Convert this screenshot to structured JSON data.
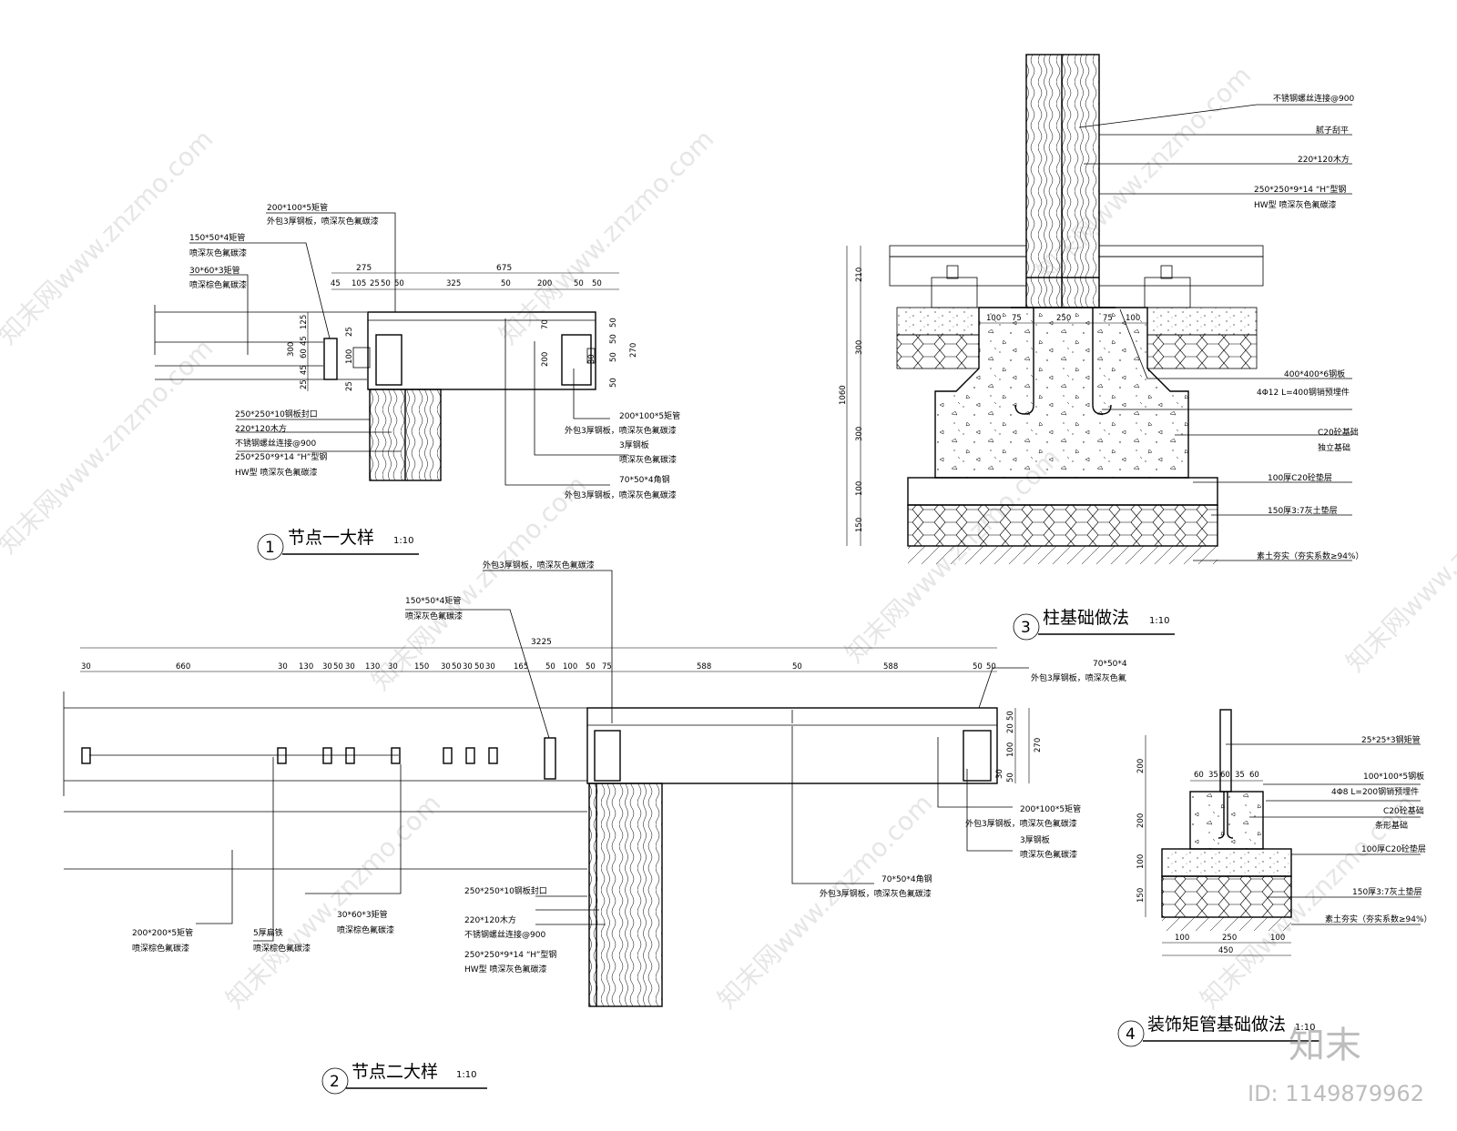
{
  "watermark": {
    "text": "知末网www.znzmo.com",
    "brand": "知末",
    "id": "ID: 1149879962"
  },
  "detail1": {
    "num": "1",
    "title": "节点一大样",
    "scale": "1:10",
    "dims_top": {
      "a": "275",
      "b": "675"
    },
    "dims_row": [
      "45",
      "105",
      "25",
      "50",
      "50",
      "325",
      "50",
      "200",
      "50",
      "50"
    ],
    "dims_left": [
      "125",
      "300",
      "60",
      "45",
      "45",
      "25"
    ],
    "dims_small": [
      "25",
      "100",
      "25",
      "70",
      "30",
      "200",
      "50",
      "50",
      "270",
      "50",
      "50"
    ],
    "labels": [
      "200*100*5矩管",
      "外包3厚钢板，喷深灰色氟碳漆",
      "150*50*4矩管",
      "喷深灰色氟碳漆",
      "30*60*3矩管",
      "喷深棕色氟碳漆",
      "250*250*10钢板封口",
      "220*120木方",
      "不锈钢螺丝连接@900",
      "250*250*9*14 “H”型钢",
      "HW型 喷深灰色氟碳漆",
      "200*100*5矩管",
      "外包3厚钢板，喷深灰色氟碳漆",
      "3厚钢板",
      "喷深灰色氟碳漆",
      "70*50*4角钢",
      "外包3厚钢板，喷深灰色氟碳漆"
    ]
  },
  "detail2": {
    "num": "2",
    "title": "节点二大样",
    "scale": "1:10",
    "total": "3225",
    "dims_row": [
      "30",
      "660",
      "30",
      "130",
      "30",
      "50",
      "30",
      "130",
      "30",
      "150",
      "30",
      "50",
      "30",
      "50",
      "30",
      "165",
      "50",
      "100",
      "50",
      "75",
      "588",
      "50",
      "588",
      "50",
      "50"
    ],
    "dims_right": [
      "50",
      "20",
      "100",
      "270",
      "50",
      "30"
    ],
    "labels": [
      "外包3厚钢板，喷深灰色氟碳漆",
      "150*50*4矩管",
      "喷深灰色氟碳漆",
      "70*50*4",
      "外包3厚钢板，喷深灰色氟",
      "200*100*5矩管",
      "外包3厚钢板，喷深灰色氟碳漆",
      "3厚钢板",
      "喷深灰色氟碳漆",
      "70*50*4角钢",
      "外包3厚钢板，喷深灰色氟碳漆",
      "250*250*10钢板封口",
      "220*120木方",
      "不锈钢螺丝连接@900",
      "250*250*9*14 “H”型钢",
      "HW型 喷深灰色氟碳漆",
      "200*200*5矩管",
      "喷深棕色氟碳漆",
      "5厚扁铁",
      "喷深棕色氟碳漆",
      "30*60*3矩管",
      "喷深棕色氟碳漆"
    ]
  },
  "detail3": {
    "num": "3",
    "title": "柱基础做法",
    "scale": "1:10",
    "dims_left": [
      "210",
      "300",
      "1060",
      "300",
      "100",
      "150"
    ],
    "dims_mid": [
      "100",
      "75",
      "250",
      "75",
      "100"
    ],
    "labels": [
      "不锈钢螺丝连接@900",
      "腻子刮平",
      "220*120木方",
      "250*250*9*14 “H”型钢",
      "HW型 喷深灰色氟碳漆",
      "400*400*6钢板",
      "4Φ12 L=400钢销预埋件",
      "C20砼基础",
      "独立基础",
      "100厚C20砼垫层",
      "150厚3:7灰土垫层",
      "素土夯实（夯实系数≥94%）"
    ]
  },
  "detail4": {
    "num": "4",
    "title": "装饰矩管基础做法",
    "scale": "1:10",
    "dims_top": [
      "60",
      "35",
      "60",
      "35",
      "60"
    ],
    "dims_left": [
      "200",
      "200",
      "100",
      "150"
    ],
    "dims_bottom": [
      "100",
      "250",
      "100",
      "450"
    ],
    "labels": [
      "25*25*3钢矩管",
      "100*100*5钢板",
      "4Φ8 L=200钢销预埋件",
      "C20砼基础",
      "条形基础",
      "100厚C20砼垫层",
      "150厚3:7灰土垫层",
      "素土夯实（夯实系数≥94%）"
    ]
  }
}
